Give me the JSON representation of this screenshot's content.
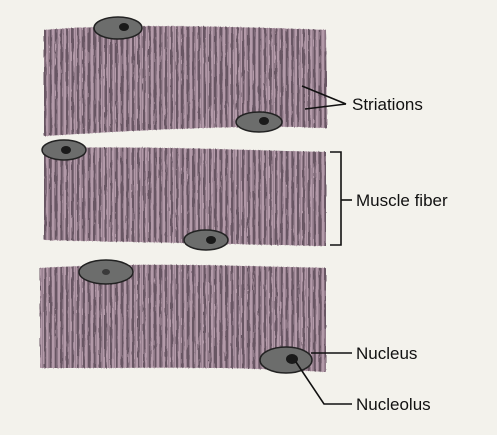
{
  "labels": {
    "striations": "Striations",
    "muscle_fiber": "Muscle fiber",
    "nucleus": "Nucleus",
    "nucleolus": "Nucleolus"
  },
  "colors": {
    "fiber_fill": "#b39aa9",
    "striation_dark": "#4a3b47",
    "nucleus_fill": "#6c6d6c",
    "nucleolus_fill": "#1a1a1a",
    "background": "#f3f2ec"
  }
}
